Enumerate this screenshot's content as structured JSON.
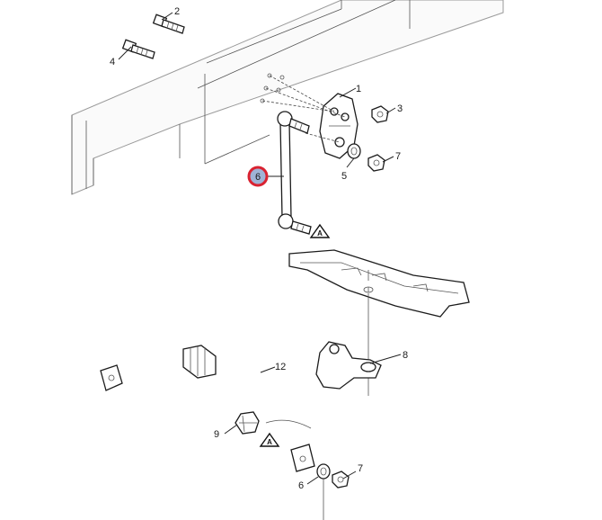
{
  "callouts": [
    {
      "id": "c1",
      "label": "1"
    },
    {
      "id": "c2",
      "label": "2"
    },
    {
      "id": "c3",
      "label": "3"
    },
    {
      "id": "c4",
      "label": "4"
    },
    {
      "id": "c5",
      "label": "5"
    },
    {
      "id": "c6a",
      "label": "6"
    },
    {
      "id": "c6b",
      "label": "6"
    },
    {
      "id": "c7a",
      "label": "7"
    },
    {
      "id": "c7b",
      "label": "7"
    },
    {
      "id": "c8",
      "label": "8"
    },
    {
      "id": "c9",
      "label": "9"
    },
    {
      "id": "c12",
      "label": "12"
    }
  ],
  "warning_symbol": "A",
  "highlight_color": "#d92231",
  "highlight_fill": "#9fb3d6"
}
